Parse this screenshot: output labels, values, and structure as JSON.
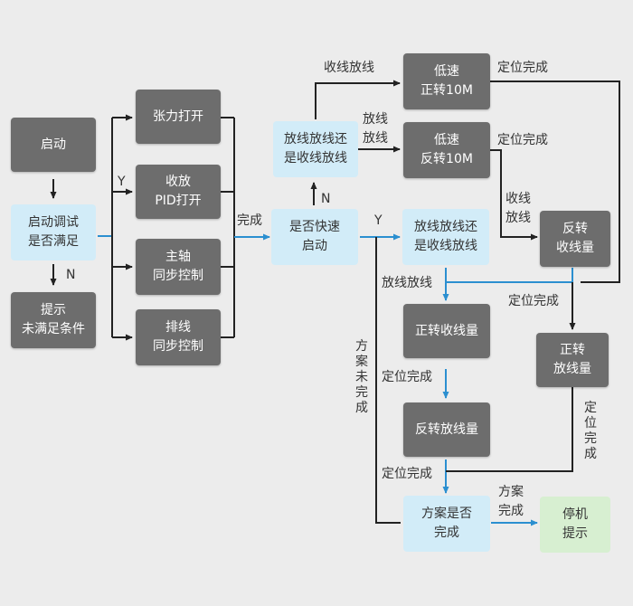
{
  "nodes": {
    "start": "启动",
    "check": "启动调试\n是否满足",
    "notice": "提示\n未满足条件",
    "tension": "张力打开",
    "pid": "收放\nPID打开",
    "spindle": "主轴\n同步控制",
    "traverse": "排线\n同步控制",
    "fast": "是否快速\n启动",
    "mode_top": "放线放线还\n是收线放线",
    "mode_mid": "放线放线还\n是收线放线",
    "low_fwd": "低速\n正转10M",
    "low_rev": "低速\n反转10M",
    "rev_take": "反转\n收线量",
    "fwd_take": "正转收线量",
    "fwd_pay": "正转\n放线量",
    "rev_pay": "反转放线量",
    "plan": "方案是否\n完成",
    "stop": "停机\n提示"
  },
  "labels": {
    "n1": "N",
    "y1": "Y",
    "done1": "完成",
    "n2": "N",
    "y2": "Y",
    "shouxian": "收线放线",
    "fangxian_top": "放线\n放线",
    "loc1": "定位完成",
    "loc2": "定位完成",
    "shouxian_v": "收线\n放线",
    "fangxian_mid": "放线放线",
    "loc3": "定位完成",
    "loc4": "定位完成",
    "loc5": "定位完成",
    "loc_v": "定位完成",
    "plan_undone": "方案未完成",
    "plan_done": "方案\n完成"
  },
  "colors": {
    "dark_box": "#6d6d6d",
    "light_box": "#d2ecf8",
    "green_box": "#d7efd1",
    "background": "#ececec",
    "arrow_blue": "#2b8fd0",
    "line_dark": "#222222"
  }
}
